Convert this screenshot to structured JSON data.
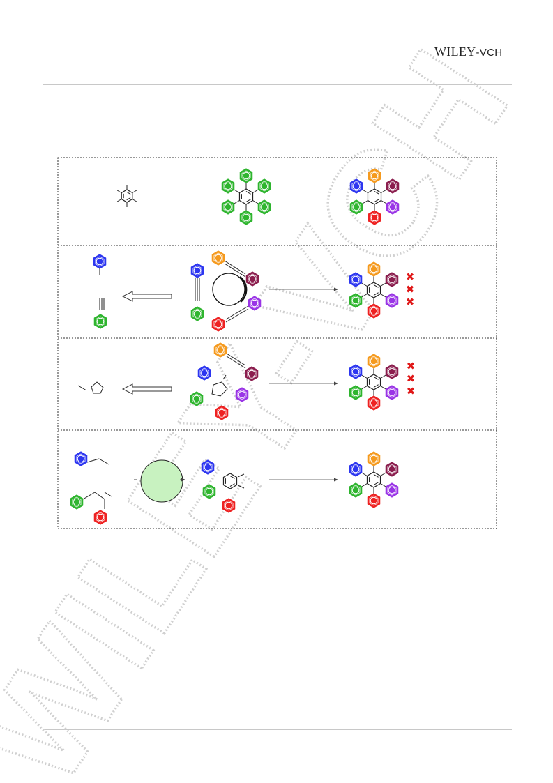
{
  "header": {
    "publisher_logo": {
      "main": "WILEY",
      "sep": "-",
      "suffix": "VCH"
    }
  },
  "watermark": {
    "text": "WILEY-VCH",
    "color": "#d0d0d0"
  },
  "scheme": {
    "colors": {
      "blue": "#2d36f0",
      "green": "#2fb52f",
      "red": "#ee2222",
      "orange": "#f59a1e",
      "plum": "#8b1e4e",
      "violet": "#9a35e6",
      "light_green": "#c8f2c0",
      "cross": "#e01818"
    },
    "panels": [
      {
        "id": "panel-1",
        "content": "core-to-hexaaryl"
      },
      {
        "id": "panel-2",
        "content": "alkyne-cyclotrimerization",
        "fail_marks": 3
      },
      {
        "id": "panel-3",
        "content": "cyclopentadienone-diels-alder",
        "fail_marks": 3
      },
      {
        "id": "panel-4",
        "content": "stepwise-assembly"
      }
    ]
  }
}
